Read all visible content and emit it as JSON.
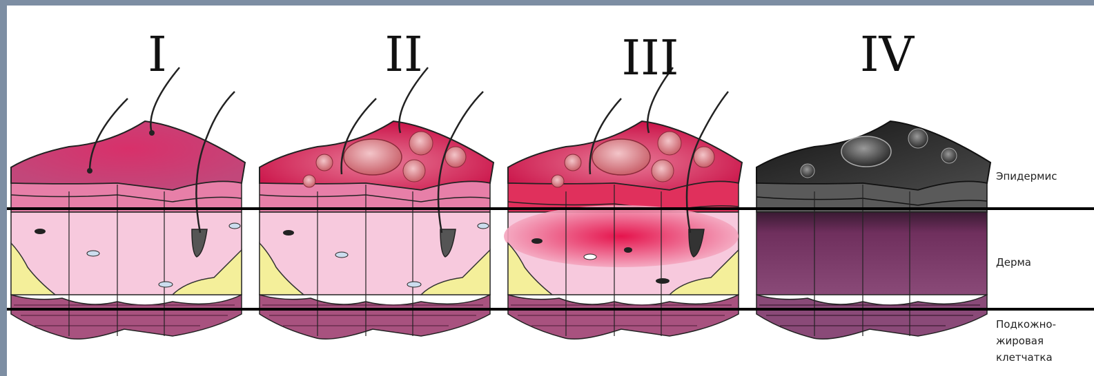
{
  "stages": [
    {
      "numeral": "I"
    },
    {
      "numeral": "II"
    },
    {
      "numeral": "III"
    },
    {
      "numeral": "IV"
    }
  ],
  "layers": {
    "epidermis": "Эпидермис",
    "dermis": "Дерма",
    "subcutis": [
      "Подкожно-",
      "жировая",
      "клетчатка"
    ]
  }
}
